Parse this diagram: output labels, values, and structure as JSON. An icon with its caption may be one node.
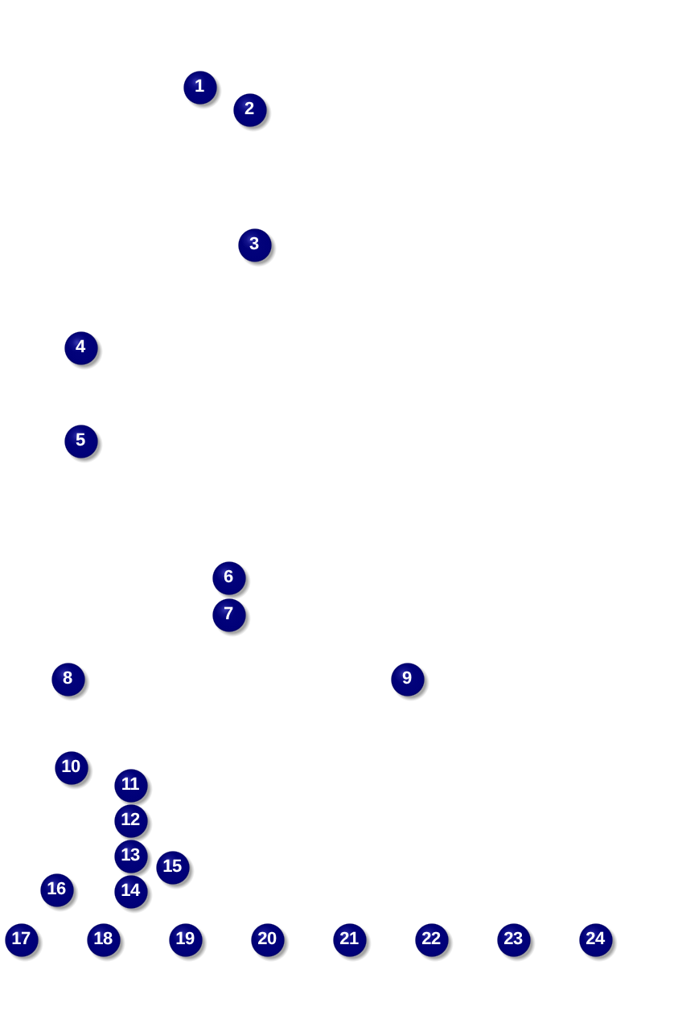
{
  "diagram": {
    "labels": [
      "1",
      "2",
      "3",
      "4",
      "5",
      "6",
      "7",
      "8",
      "9",
      "10",
      "11",
      "12",
      "13",
      "14",
      "15",
      "16",
      "17",
      "18",
      "19",
      "20",
      "21",
      "22",
      "23",
      "24"
    ]
  }
}
